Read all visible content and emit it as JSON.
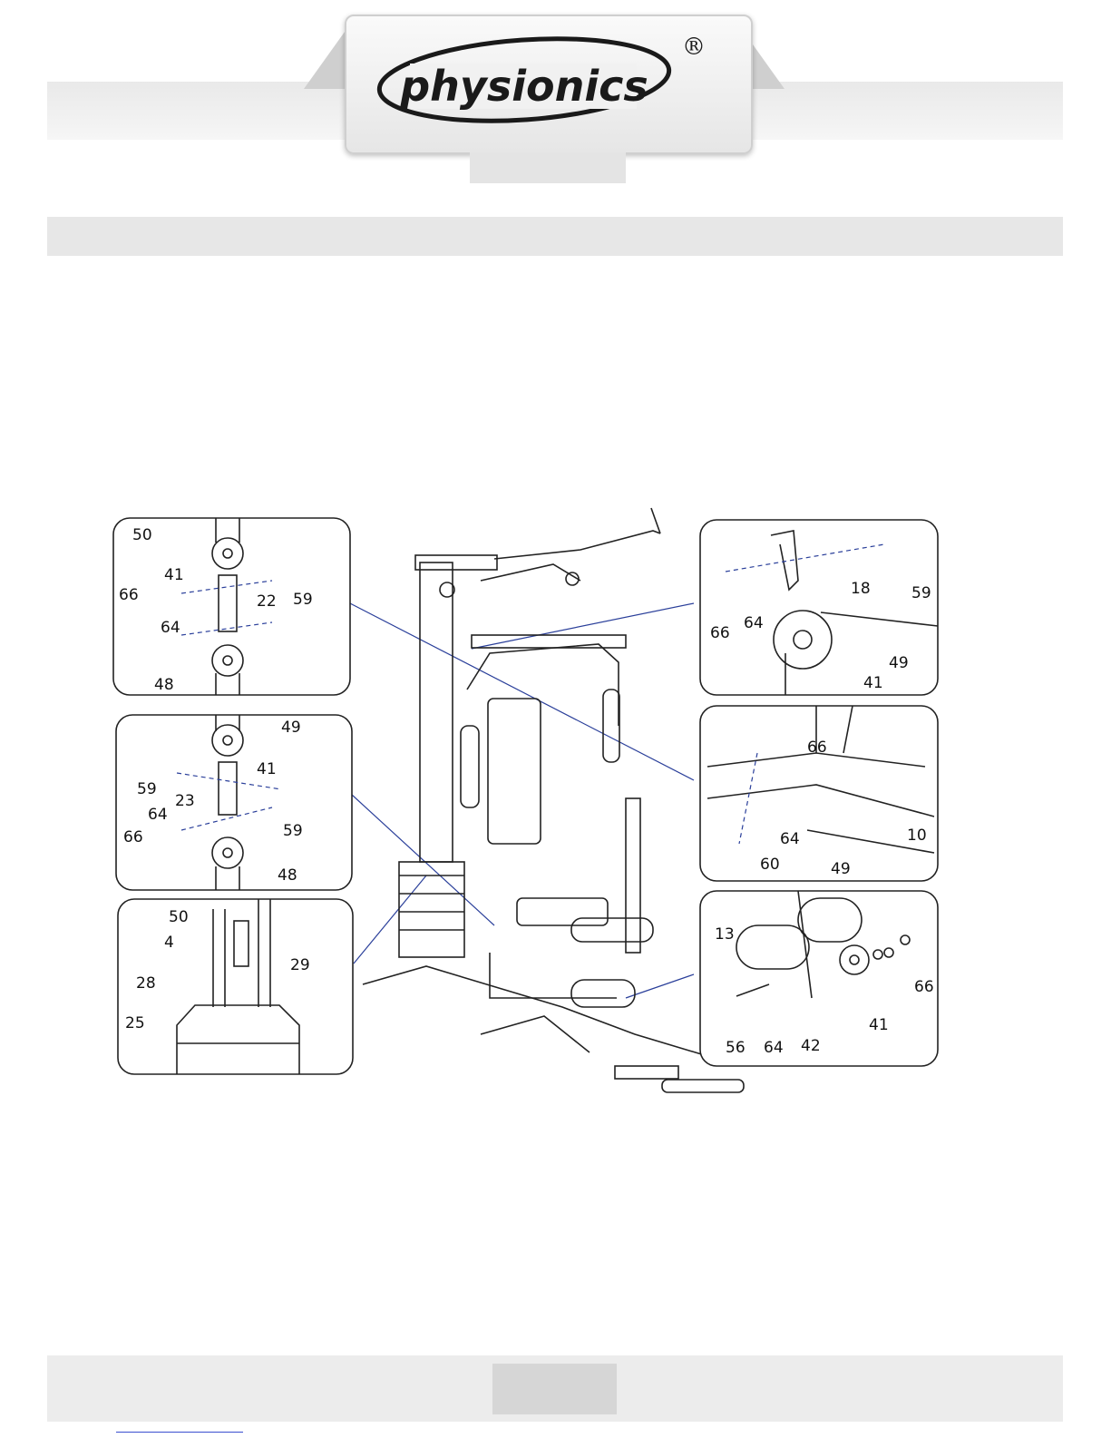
{
  "header": {
    "brand": "physionics",
    "registered_mark": "®",
    "colors": {
      "band": "#e9e9e9",
      "logo_text": "#1a1a1a"
    }
  },
  "diagram": {
    "panels": [
      {
        "id": "top-left",
        "labels": [
          "50",
          "41",
          "66",
          "22",
          "59",
          "64",
          "48"
        ]
      },
      {
        "id": "mid-left",
        "labels": [
          "49",
          "41",
          "59",
          "23",
          "64",
          "59",
          "66",
          "48"
        ]
      },
      {
        "id": "bottom-left",
        "labels": [
          "50",
          "4",
          "29",
          "28",
          "25"
        ]
      },
      {
        "id": "top-right",
        "labels": [
          "18",
          "59",
          "66",
          "64",
          "49",
          "41"
        ]
      },
      {
        "id": "mid-right",
        "labels": [
          "66",
          "10",
          "64",
          "60",
          "49"
        ]
      },
      {
        "id": "bottom-right",
        "labels": [
          "13",
          "66",
          "41",
          "56",
          "64",
          "42"
        ]
      }
    ]
  }
}
